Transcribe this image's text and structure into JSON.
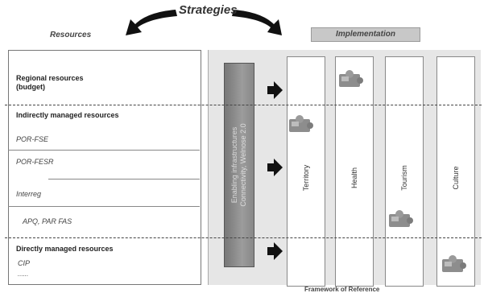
{
  "header": {
    "strategies": "Strategies",
    "resources": "Resources",
    "implementation": "Implementation"
  },
  "resources": {
    "regional_line1": "Regional resources",
    "regional_line2": "(budget)",
    "indirect": "Indirectly managed resources",
    "por_fse": "POR-FSE",
    "por_fesr": "POR-FESR",
    "interreg": "Interreg",
    "apq": "APQ, PAR FAS",
    "direct": "Directly managed resources",
    "cip": "CIP",
    "more": "......"
  },
  "enabling": {
    "line1": "Enabling infrastructures",
    "line2": "Connectivity, Welnose 2.0"
  },
  "columns": [
    "Territory",
    "Health",
    "Tourism",
    "Culture"
  ],
  "footer": "Framework of Reference",
  "colors": {
    "arrow": "#111111",
    "enabling_bar": "#8a8a8a",
    "impl_header": "#c8c8c8"
  }
}
